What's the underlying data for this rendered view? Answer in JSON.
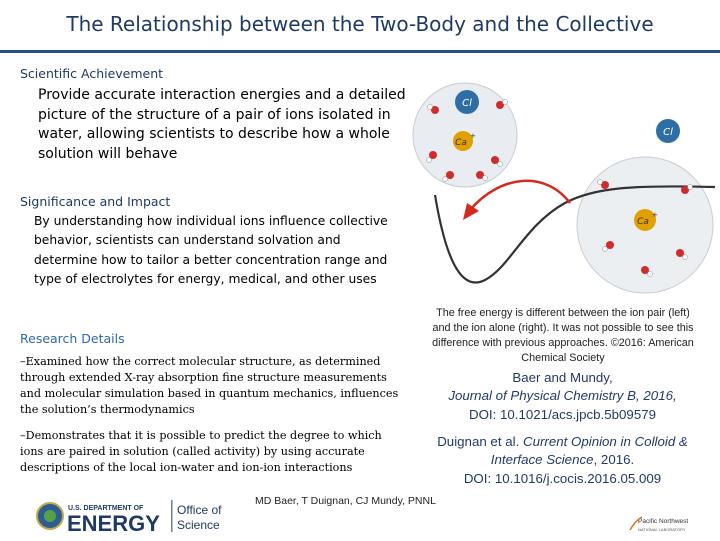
{
  "title": "The Relationship between the Two-Body and the Collective",
  "achievement": {
    "heading": "Scientific Achievement",
    "body": "Provide accurate interaction energies and a detailed picture of the structure of a pair of ions isolated in water, allowing scientists to describe how a whole solution will behave"
  },
  "significance": {
    "heading": "Significance and Impact",
    "body": "By understanding how individual ions influence collective behavior, scientists can understand solvation and determine how to tailor a better concentration range and type of electrolytes for energy, medical, and other uses"
  },
  "research": {
    "heading": "Research Details",
    "item1": "–Examined how the correct molecular structure, as determined through extended X-ray absorption fine structure measurements and molecular simulation based in quantum mechanics, influences the solution’s thermodynamics",
    "item2": "–Demonstrates that it is possible to predict the degree to which ions are paired in solution (called activity) by using accurate descriptions of the local ion-water and ion-ion interactions"
  },
  "figure": {
    "ion_cl": "Cl",
    "ion_ca": "Ca",
    "charge": "+",
    "caption": "The free energy is different between the ion pair (left) and the ion alone (right). It was not possible to see this difference with previous approaches. ©2016: American Chemical Society"
  },
  "references": {
    "ref1_authors": "Baer and Mundy,",
    "ref1_journal": "Journal of Physical Chemistry B, 2016,",
    "ref1_doi": "DOI: 10.1021/acs.jpcb.5b09579",
    "ref2_authors": "Duignan et al.",
    "ref2_journal": "Current Opinion in Colloid & Interface Science",
    "ref2_year": ", 2016.",
    "ref2_doi": "DOI: 10.1016/j.cocis.2016.05.009"
  },
  "authors_line": "MD Baer, T Duignan, CJ Mundy, PNNL",
  "footer": {
    "doe_small": "U.S. DEPARTMENT OF",
    "doe_big": "ENERGY",
    "office_line1": "Office of",
    "office_line2": "Science",
    "pnnl_line1": "Pacific Northwest",
    "pnnl_line2": "NATIONAL LABORATORY"
  },
  "colors": {
    "title": "#1f3b63",
    "accent": "#2a4e85",
    "ion_cl": "#2f6ea5",
    "ion_ca": "#e0a100",
    "water_o": "#d12b2b",
    "arrow": "#d42a1f"
  }
}
